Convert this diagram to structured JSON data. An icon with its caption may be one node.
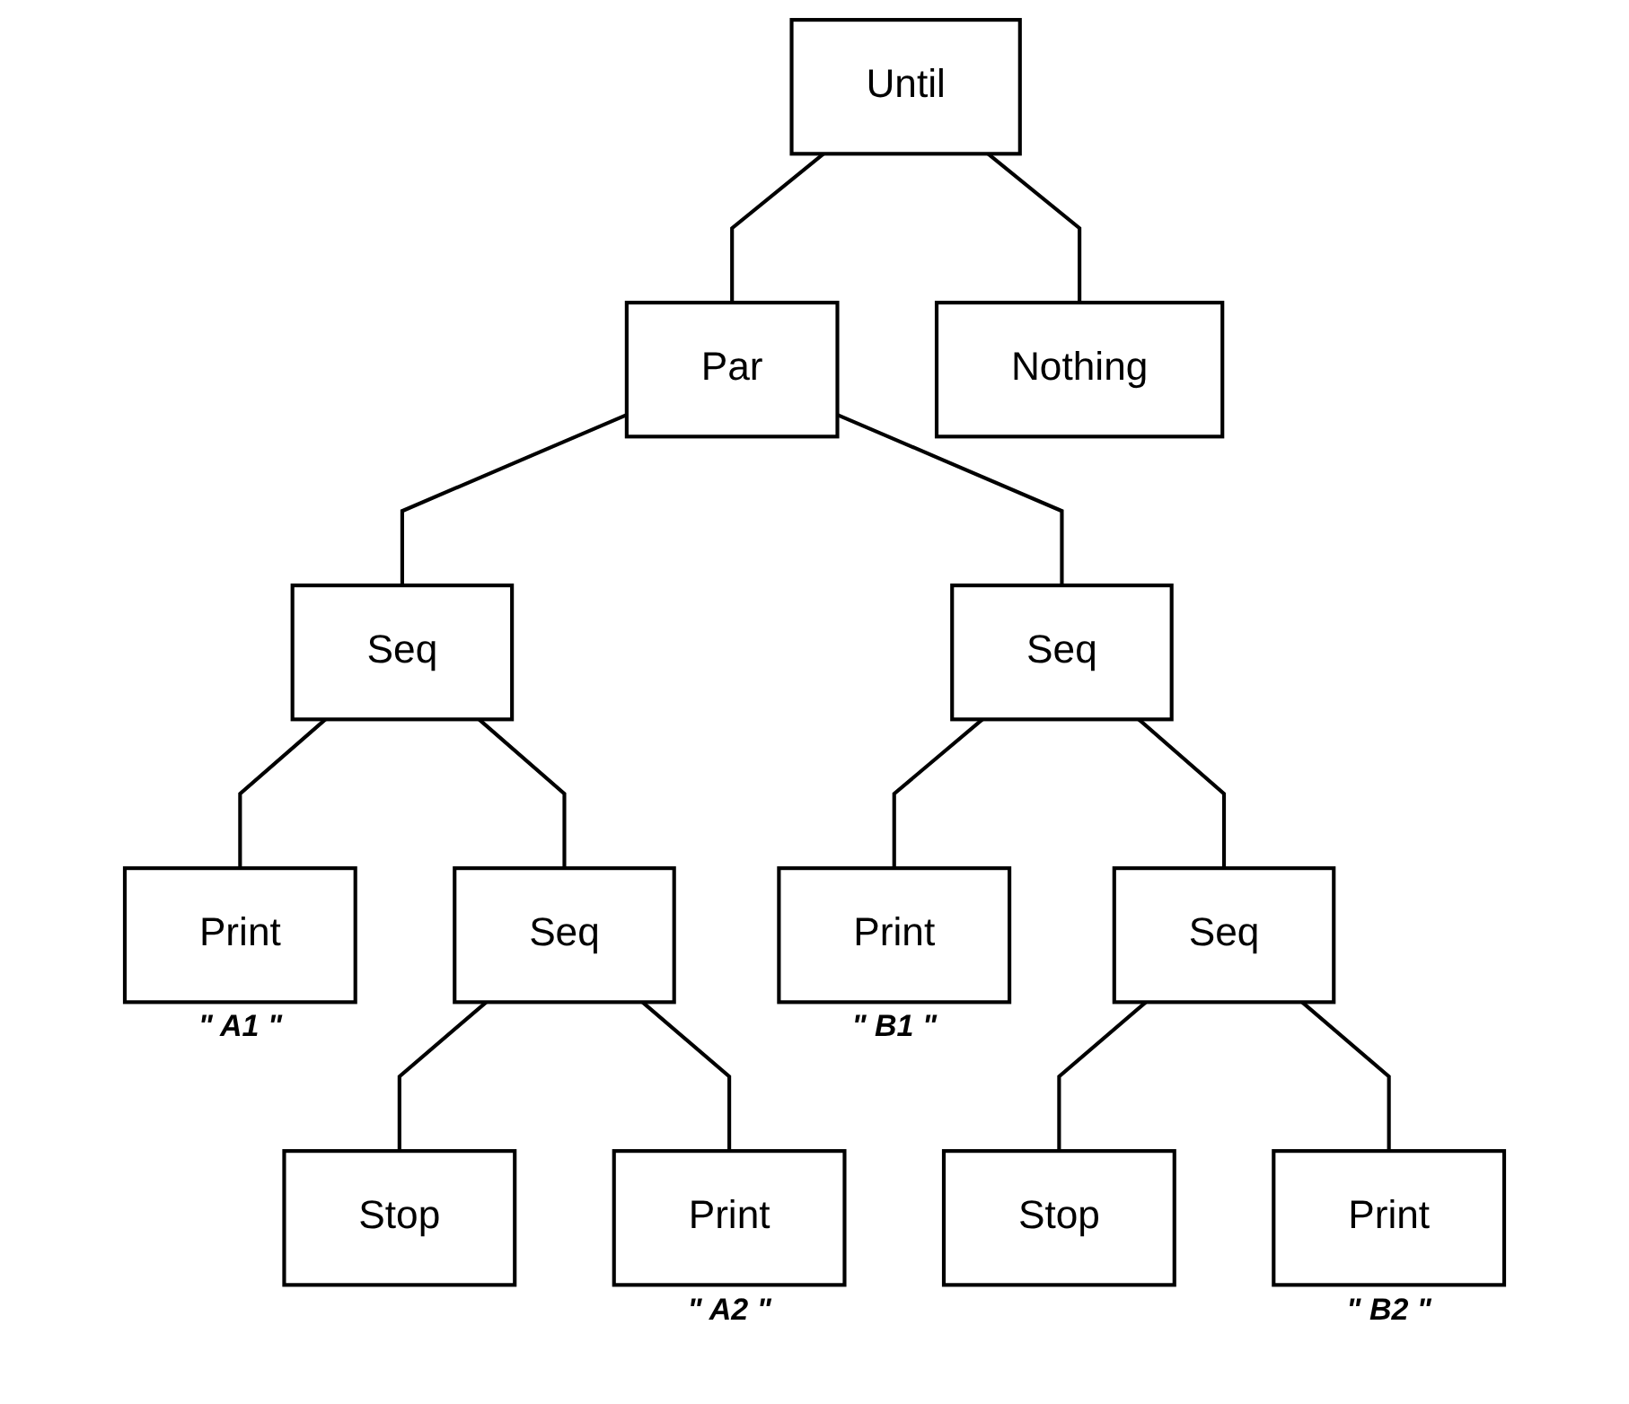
{
  "diagram": {
    "nodes": [
      {
        "text": [
          "Until"
        ]
      },
      {
        "text": [
          "Par"
        ]
      },
      {
        "text": [
          "Nothing"
        ]
      },
      {
        "text": [
          "Seq"
        ]
      },
      {
        "text": [
          "Seq"
        ]
      },
      {
        "text": [
          "Print"
        ],
        "beside": [
          "\" A1 \""
        ]
      },
      {
        "text": [
          "Seq"
        ]
      },
      {
        "text": [
          "Print"
        ],
        "beside": [
          "\" B1 \""
        ]
      },
      {
        "text": [
          "Seq"
        ]
      },
      {
        "text": [
          "Stop"
        ]
      },
      {
        "text": [
          "Print"
        ],
        "beside": [
          "\" A2 \""
        ]
      },
      {
        "text": [
          "Stop"
        ]
      },
      {
        "text": [
          "Print"
        ],
        "beside": [
          "\" B2 \""
        ]
      }
    ],
    "edges": [
      {
        "from": 0,
        "to": 1,
        "arrow": "none"
      },
      {
        "from": 0,
        "to": 2,
        "arrow": "none"
      },
      {
        "from": 1,
        "to": 3,
        "arrow": "none"
      },
      {
        "from": 1,
        "to": 4,
        "arrow": "none"
      },
      {
        "from": 3,
        "to": 5,
        "arrow": "none"
      },
      {
        "from": 3,
        "to": 6,
        "arrow": "none"
      },
      {
        "from": 4,
        "to": 7,
        "arrow": "none"
      },
      {
        "from": 4,
        "to": 8,
        "arrow": "none"
      },
      {
        "from": 6,
        "to": 9,
        "arrow": "none"
      },
      {
        "from": 6,
        "to": 10,
        "arrow": "none"
      },
      {
        "from": 8,
        "to": 11,
        "arrow": "none"
      },
      {
        "from": 8,
        "to": 12,
        "arrow": "none"
      }
    ]
  }
}
